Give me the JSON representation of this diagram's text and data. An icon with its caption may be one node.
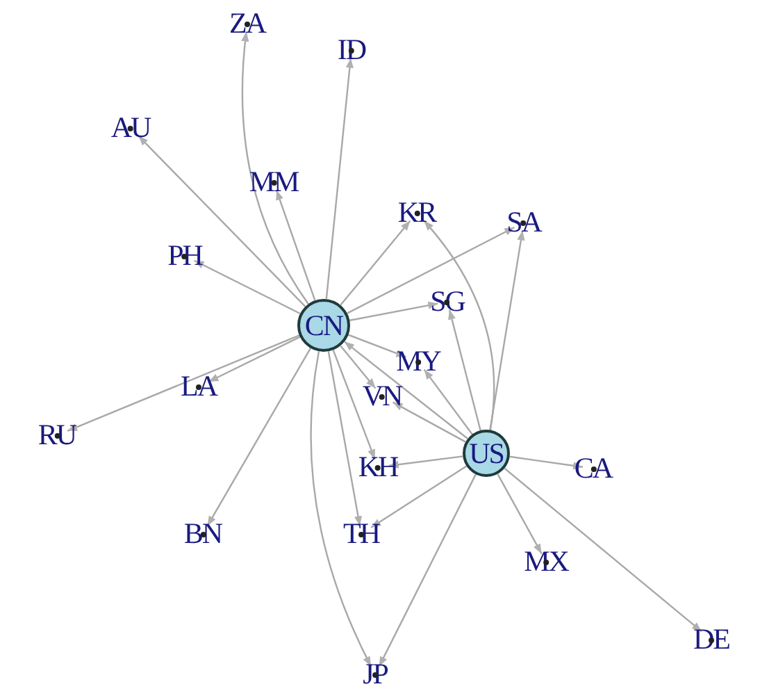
{
  "diagram": {
    "nodes": [
      {
        "text": [
          "ZA"
        ]
      },
      {
        "text": [
          "ID"
        ]
      },
      {
        "text": [
          "AU"
        ]
      },
      {
        "text": [
          "MM"
        ]
      },
      {
        "text": [
          "KR"
        ]
      },
      {
        "text": [
          "SA"
        ]
      },
      {
        "text": [
          "PH"
        ]
      },
      {
        "text": [
          "CN"
        ]
      },
      {
        "text": [
          "SG"
        ]
      },
      {
        "text": [
          "MY"
        ]
      },
      {
        "text": [
          "LA"
        ]
      },
      {
        "text": [
          "VN"
        ]
      },
      {
        "text": [
          "US"
        ]
      },
      {
        "text": [
          "CA"
        ]
      },
      {
        "text": [
          "KH"
        ]
      },
      {
        "text": [
          "RU"
        ]
      },
      {
        "text": [
          "BN"
        ]
      },
      {
        "text": [
          "TH"
        ]
      },
      {
        "text": [
          "MX"
        ]
      },
      {
        "text": [
          "DE"
        ]
      },
      {
        "text": [
          "JP"
        ]
      }
    ],
    "edges": [
      {
        "from": 7,
        "to": 0,
        "arrow": "to"
      },
      {
        "from": 7,
        "to": 1,
        "arrow": "to"
      },
      {
        "from": 7,
        "to": 2,
        "arrow": "to"
      },
      {
        "from": 7,
        "to": 3,
        "arrow": "to"
      },
      {
        "from": 7,
        "to": 4,
        "arrow": "to"
      },
      {
        "from": 7,
        "to": 5,
        "arrow": "to"
      },
      {
        "from": 7,
        "to": 6,
        "arrow": "to"
      },
      {
        "from": 7,
        "to": 8,
        "arrow": "to"
      },
      {
        "from": 7,
        "to": 9,
        "arrow": "to"
      },
      {
        "from": 7,
        "to": 10,
        "arrow": "to"
      },
      {
        "from": 7,
        "to": 15,
        "arrow": "to"
      },
      {
        "from": 7,
        "to": 11,
        "arrow": "to"
      },
      {
        "from": 7,
        "to": 14,
        "arrow": "to"
      },
      {
        "from": 7,
        "to": 16,
        "arrow": "to"
      },
      {
        "from": 7,
        "to": 17,
        "arrow": "to"
      },
      {
        "from": 7,
        "to": 20,
        "arrow": "to"
      },
      {
        "from": 12,
        "to": 7,
        "arrow": "to"
      },
      {
        "from": 12,
        "to": 4,
        "arrow": "to"
      },
      {
        "from": 12,
        "to": 5,
        "arrow": "to"
      },
      {
        "from": 12,
        "to": 8,
        "arrow": "to"
      },
      {
        "from": 12,
        "to": 9,
        "arrow": "to"
      },
      {
        "from": 12,
        "to": 11,
        "arrow": "to"
      },
      {
        "from": 12,
        "to": 13,
        "arrow": "to"
      },
      {
        "from": 12,
        "to": 14,
        "arrow": "to"
      },
      {
        "from": 12,
        "to": 17,
        "arrow": "to"
      },
      {
        "from": 12,
        "to": 18,
        "arrow": "to"
      },
      {
        "from": 12,
        "to": 19,
        "arrow": "to"
      },
      {
        "from": 12,
        "to": 20,
        "arrow": "to"
      }
    ]
  }
}
